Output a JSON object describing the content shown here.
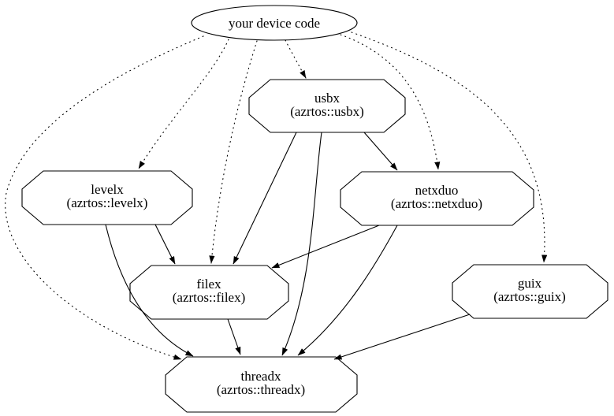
{
  "graph": {
    "background_color": "#ffffff",
    "line_color": "#000000",
    "nodes": [
      {
        "id": "device",
        "label": "your device code",
        "shape": "ellipse"
      },
      {
        "id": "usbx",
        "label": "usbx",
        "sublabel": "(azrtos::usbx)",
        "shape": "octagon"
      },
      {
        "id": "levelx",
        "label": "levelx",
        "sublabel": "(azrtos::levelx)",
        "shape": "octagon"
      },
      {
        "id": "netxduo",
        "label": "netxduo",
        "sublabel": "(azrtos::netxduo)",
        "shape": "octagon"
      },
      {
        "id": "filex",
        "label": "filex",
        "sublabel": "(azrtos::filex)",
        "shape": "octagon"
      },
      {
        "id": "guix",
        "label": "guix",
        "sublabel": "(azrtos::guix)",
        "shape": "octagon"
      },
      {
        "id": "threadx",
        "label": "threadx",
        "sublabel": "(azrtos::threadx)",
        "shape": "octagon"
      }
    ],
    "edges": [
      {
        "from": "your device code",
        "to": "usbx",
        "style": "dotted"
      },
      {
        "from": "your device code",
        "to": "levelx",
        "style": "dotted"
      },
      {
        "from": "your device code",
        "to": "filex",
        "style": "dotted"
      },
      {
        "from": "your device code",
        "to": "netxduo",
        "style": "dotted"
      },
      {
        "from": "your device code",
        "to": "guix",
        "style": "dotted"
      },
      {
        "from": "your device code",
        "to": "threadx",
        "style": "dotted"
      },
      {
        "from": "usbx",
        "to": "netxduo",
        "style": "solid"
      },
      {
        "from": "usbx",
        "to": "filex",
        "style": "solid"
      },
      {
        "from": "usbx",
        "to": "threadx",
        "style": "solid"
      },
      {
        "from": "levelx",
        "to": "filex",
        "style": "solid"
      },
      {
        "from": "levelx",
        "to": "threadx",
        "style": "solid"
      },
      {
        "from": "netxduo",
        "to": "filex",
        "style": "solid"
      },
      {
        "from": "netxduo",
        "to": "threadx",
        "style": "solid"
      },
      {
        "from": "filex",
        "to": "threadx",
        "style": "solid"
      },
      {
        "from": "guix",
        "to": "threadx",
        "style": "solid"
      }
    ]
  }
}
